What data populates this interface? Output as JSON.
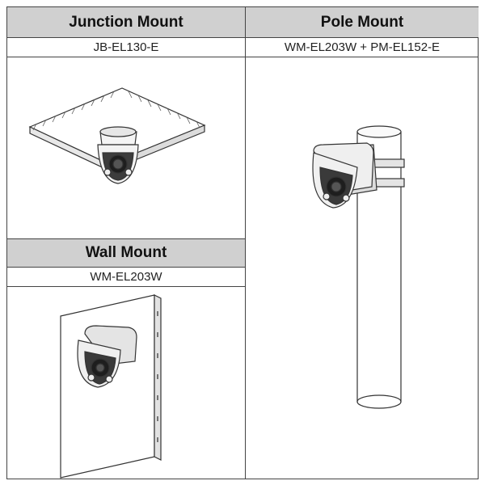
{
  "junction": {
    "title": "Junction Mount",
    "model": "JB-EL130-E"
  },
  "pole": {
    "title": "Pole Mount",
    "model": "WM-EL203W + PM-EL152-E"
  },
  "wall": {
    "title": "Wall Mount",
    "model": "WM-EL203W"
  }
}
